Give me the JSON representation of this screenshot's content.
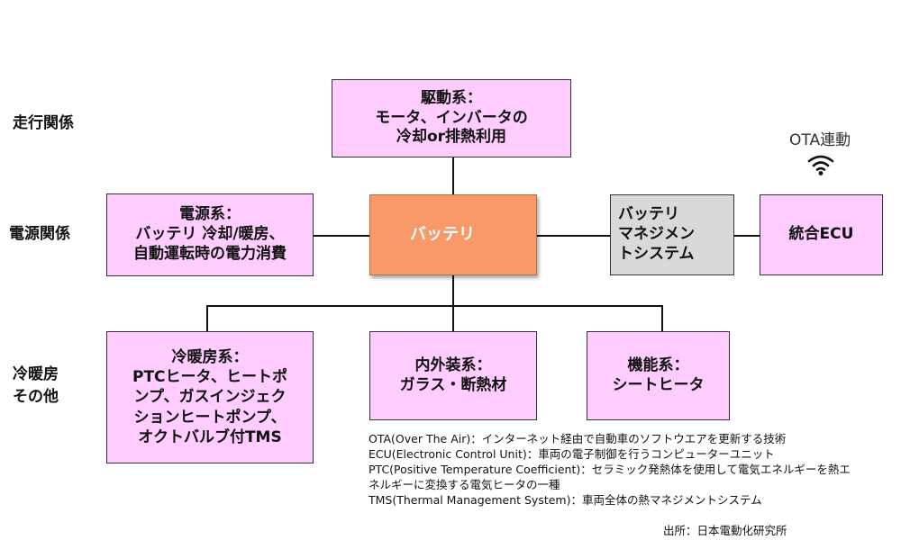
{
  "row_labels": {
    "driving": "走行関係",
    "power": "電源関係",
    "hvac_line1": "冷暖房",
    "hvac_line2": "その他"
  },
  "boxes": {
    "drive": {
      "title": "駆動系：",
      "line1": "モータ、インバータの",
      "line2": "冷却or排熱利用"
    },
    "power": {
      "title": "電源系：",
      "line1": "バッテリ 冷却/暖房、",
      "line2": "自動運転時の電力消費"
    },
    "battery": {
      "label": "バッテリ"
    },
    "bms": {
      "line1": "バッテリ",
      "line2": "マネジメン",
      "line3": "トシステム"
    },
    "ecu": {
      "label": "統合ECU"
    },
    "hvac": {
      "title": "冷暖房系：",
      "line1": "PTCヒータ、ヒートポ",
      "line2": "ンプ、ガスインジェク",
      "line3": "ションヒートポンプ、",
      "line4": "オクトバルブ付TMS"
    },
    "interior": {
      "title": "内外装系：",
      "line1": "ガラス・断熱材"
    },
    "function": {
      "title": "機能系：",
      "line1": "シートヒータ"
    }
  },
  "ota": {
    "label": "OTA連動",
    "icon": "wifi-icon"
  },
  "notes": [
    "OTA(Over The Air)：インターネット経由で自動車のソフトウエアを更新する技術",
    "ECU(Electronic Control Unit)：車両の電子制御を行うコンピューターユニット",
    "PTC(Positive Temperature Coefficient)：セラミック発熱体を使用して電気エネルギーを熱エ",
    "ネルギーに変換する電気ヒータの一種",
    "TMS(Thermal Management System)：車両全体の熱マネジメントシステム"
  ],
  "source": "出所：日本電動化研究所",
  "colors": {
    "box_pink": "#ffccff",
    "battery_orange": "#f9996a",
    "bms_gray": "#d9d9d9"
  }
}
